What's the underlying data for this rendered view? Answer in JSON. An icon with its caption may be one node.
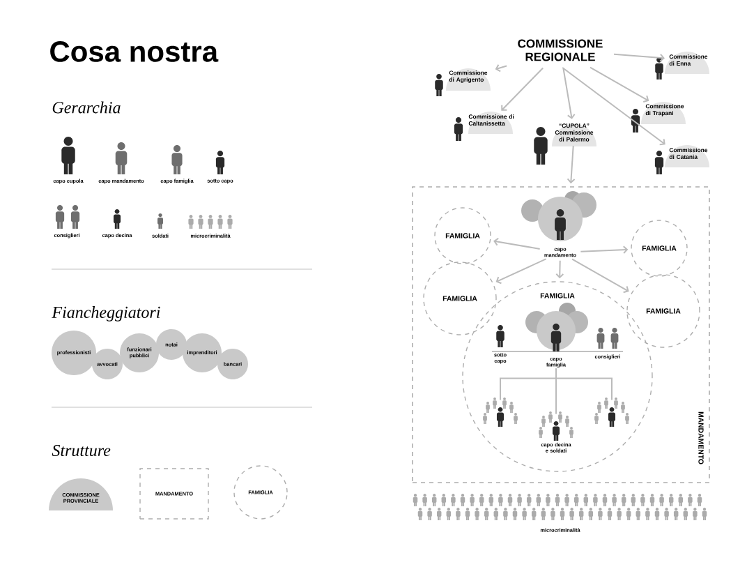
{
  "diagram": {
    "title": "Cosa nostra",
    "nodes": [
      {
        "text": [
          "professionisti"
        ]
      },
      {
        "text": [
          "avvocati"
        ]
      },
      {
        "text": [
          "funzionari pubblici"
        ]
      },
      {
        "text": [
          "notai"
        ]
      },
      {
        "text": [
          "imprenditori"
        ]
      },
      {
        "text": [
          "bancari"
        ]
      },
      {
        "text": [
          "COMMISSIONE PROVINCIALE"
        ]
      },
      {
        "text": [
          "MANDAMENTO"
        ]
      },
      {
        "text": [
          "FAMIGLIA"
        ]
      },
      {
        "text": [
          "COMMISSIONE REGIONALE"
        ]
      },
      {
        "text": [
          "Commissione di Agrigento"
        ]
      },
      {
        "text": [
          "Commissione di Enna"
        ]
      },
      {
        "text": [
          "Commissione di Caltanissetta"
        ]
      },
      {
        "text": [
          "“CUPOLA” Commissione di Palermo"
        ]
      },
      {
        "text": [
          "Commissione di Trapani"
        ]
      },
      {
        "text": [
          "Commissione di Catania"
        ]
      },
      {
        "text": [
          "MANDAMENTO"
        ]
      },
      {
        "text": [
          "capo mandamento"
        ],
        "in": 16
      },
      {
        "text": [
          "FAMIGLIA"
        ],
        "in": 16
      },
      {
        "text": [
          "FAMIGLIA"
        ],
        "in": 16
      },
      {
        "text": [
          "FAMIGLIA"
        ],
        "in": 16
      },
      {
        "text": [
          "FAMIGLIA"
        ],
        "in": 16
      },
      {
        "text": [
          "FAMIGLIA"
        ],
        "in": 16
      },
      {
        "text": [
          "capo famiglia"
        ],
        "in": 22
      },
      {
        "text": [],
        "shape": "person",
        "in": 22
      },
      {
        "text": [
          "capo decina e soldati"
        ],
        "in": 22
      },
      {
        "text": [],
        "shape": "person",
        "in": 22
      }
    ],
    "edges": [
      {
        "from": 9,
        "to": 10,
        "arrow": "to"
      },
      {
        "from": 9,
        "to": 12,
        "arrow": "to"
      },
      {
        "from": 9,
        "to": 13,
        "arrow": "to"
      },
      {
        "from": 9,
        "to": 11,
        "arrow": "to"
      },
      {
        "from": 9,
        "to": 14,
        "arrow": "to"
      },
      {
        "from": 9,
        "to": 15,
        "arrow": "to"
      },
      {
        "from": 13,
        "to": 16,
        "arrow": "to"
      },
      {
        "from": 17,
        "to": 18,
        "arrow": "to"
      },
      {
        "from": 17,
        "to": 20,
        "arrow": "to"
      },
      {
        "from": 17,
        "to": 22,
        "arrow": "to"
      },
      {
        "from": 17,
        "to": 19,
        "arrow": "to"
      },
      {
        "from": 17,
        "to": 21,
        "arrow": "to"
      },
      {
        "from": 23,
        "to": 24,
        "arrow": "none"
      },
      {
        "from": 23,
        "to": 25,
        "arrow": "none"
      },
      {
        "from": 23,
        "to": 26,
        "arrow": "none"
      }
    ],
    "labels": [
      "Gerarchia",
      "capo cupola",
      "capo mandamento",
      "capo famiglia",
      "sotto capo",
      "consiglieri",
      "capo decina",
      "soldati",
      "microcriminalità",
      "Fiancheggiatori",
      "Strutture",
      "sotto capo",
      "consiglieri",
      "microcriminalità"
    ]
  }
}
